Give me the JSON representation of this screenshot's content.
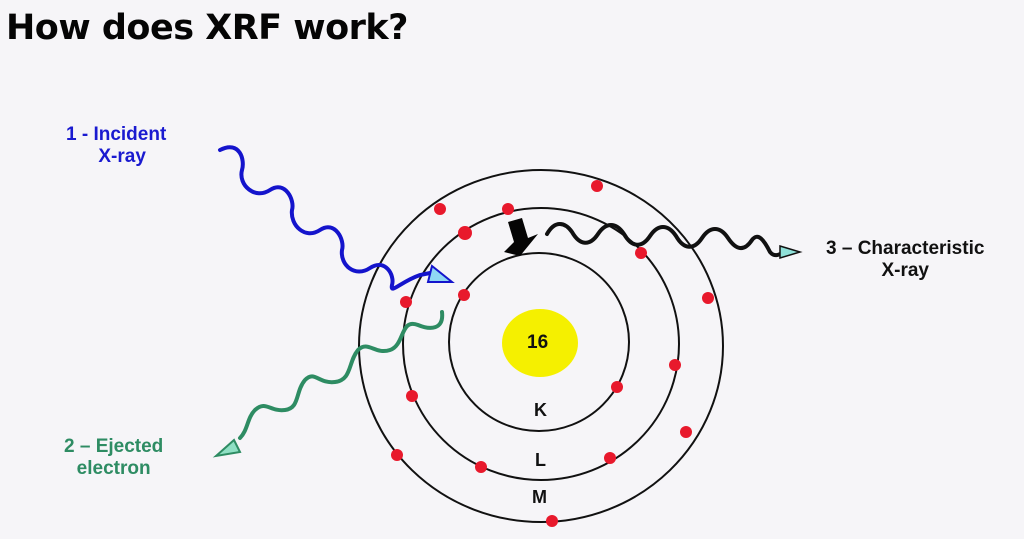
{
  "title": "How does XRF work?",
  "labels": {
    "incident": {
      "line1": "1 - Incident",
      "line2": "X-ray",
      "color": "#1a1ad0"
    },
    "ejected": {
      "line1": "2 – Ejected",
      "line2": "electron",
      "color": "#2e8c63"
    },
    "characteristic": {
      "line1": "3 – Characteristic",
      "line2": "X-ray",
      "color": "#111111"
    }
  },
  "atom": {
    "nucleus": {
      "label": "16",
      "color": "#f5f000"
    },
    "shells": [
      {
        "name": "K"
      },
      {
        "name": "L"
      },
      {
        "name": "M"
      }
    ],
    "electron_color": "#e8192c",
    "transition_arrow": "down-arrow-icon"
  }
}
